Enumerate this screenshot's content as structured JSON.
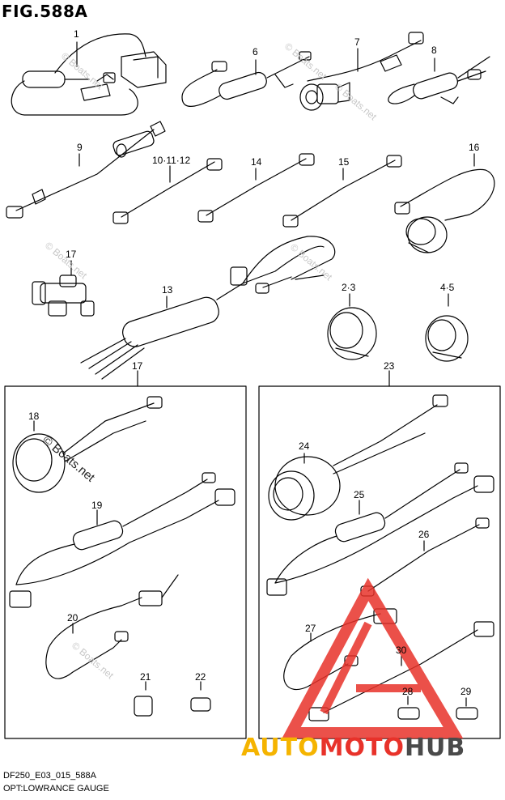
{
  "figure": {
    "title": "FIG.588A",
    "model_code": "DF250_E03_015_588A",
    "description": "OPT:LOWRANCE GAUGE"
  },
  "callouts": {
    "c1": "1",
    "c6": "6",
    "c7": "7",
    "c8": "8",
    "c9": "9",
    "c10_12": "10·11·12",
    "c14": "14",
    "c15": "15",
    "c16": "16",
    "c17a": "17",
    "c13": "13",
    "c2_3": "2·3",
    "c4_5": "4·5",
    "c17b": "17",
    "c23": "23",
    "c18": "18",
    "c19": "19",
    "c20": "20",
    "c21": "21",
    "c22": "22",
    "c24": "24",
    "c25": "25",
    "c26": "26",
    "c27": "27",
    "c30": "30",
    "c28": "28",
    "c29": "29"
  },
  "watermarks": {
    "text": "© Boats.net",
    "large": "© Boats.net"
  },
  "brand": {
    "part1": "AUTO",
    "part2": "MOTO",
    "part3": "HUB",
    "colors": {
      "auto": "#f5b400",
      "moto": "#e8322a",
      "hub": "#4a4a4a"
    }
  }
}
